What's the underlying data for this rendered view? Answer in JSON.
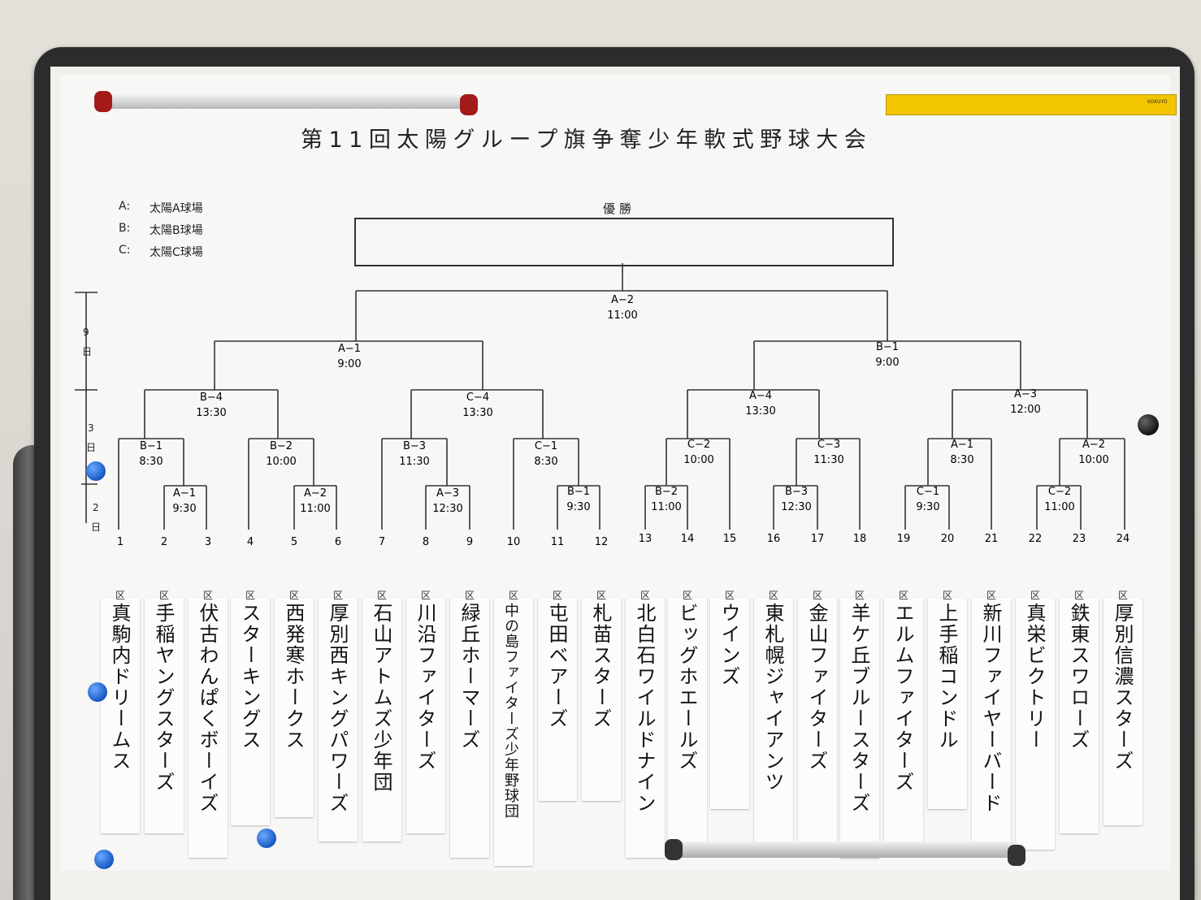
{
  "title": "第11回太陽グループ旗争奪少年軟式野球大会",
  "legend": [
    {
      "code": "A:",
      "name": "太陽A球場"
    },
    {
      "code": "B:",
      "name": "太陽B球場"
    },
    {
      "code": "C:",
      "name": "太陽C球場"
    }
  ],
  "champion_label": "優勝",
  "dates": [
    "9",
    "日",
    "3",
    "日",
    "2",
    "日"
  ],
  "matches": {
    "final": {
      "code": "A−2",
      "time": "11:00"
    },
    "semi_left": {
      "code": "A−1",
      "time": "9:00"
    },
    "semi_right": {
      "code": "B−1",
      "time": "9:00"
    },
    "q1": {
      "code": "B−4",
      "time": "13:30"
    },
    "q2": {
      "code": "C−4",
      "time": "13:30"
    },
    "q3": {
      "code": "A−4",
      "time": "13:30"
    },
    "q4": {
      "code": "A−3",
      "time": "12:00"
    },
    "r1": {
      "code": "B−1",
      "time": "8:30"
    },
    "r2": {
      "code": "B−2",
      "time": "10:00"
    },
    "r3": {
      "code": "B−3",
      "time": "11:30"
    },
    "r4": {
      "code": "C−1",
      "time": "8:30"
    },
    "r5": {
      "code": "C−2",
      "time": "10:00"
    },
    "r6": {
      "code": "C−3",
      "time": "11:30"
    },
    "r7": {
      "code": "A−1",
      "time": "8:30"
    },
    "r8": {
      "code": "A−2",
      "time": "10:00"
    },
    "p1": {
      "code": "A−1",
      "time": "9:30"
    },
    "p2": {
      "code": "A−2",
      "time": "11:00"
    },
    "p3": {
      "code": "A−3",
      "time": "12:30"
    },
    "p4": {
      "code": "B−1",
      "time": "9:30"
    },
    "p5": {
      "code": "B−2",
      "time": "11:00"
    },
    "p6": {
      "code": "B−3",
      "time": "12:30"
    },
    "p7": {
      "code": "C−1",
      "time": "9:30"
    },
    "p8": {
      "code": "C−2",
      "time": "11:00"
    }
  },
  "ku_label": "区",
  "teams": [
    {
      "no": "1",
      "name": "真駒内ドリームス"
    },
    {
      "no": "2",
      "name": "手稲ヤングスターズ"
    },
    {
      "no": "3",
      "name": "伏古わんぱくボーイズ"
    },
    {
      "no": "4",
      "name": "スターキングス"
    },
    {
      "no": "5",
      "name": "西発寒ホークス"
    },
    {
      "no": "6",
      "name": "厚別西キングパワーズ"
    },
    {
      "no": "7",
      "name": "石山アトムズ少年団"
    },
    {
      "no": "8",
      "name": "川沿ファイターズ"
    },
    {
      "no": "9",
      "name": "緑丘ホーマーズ"
    },
    {
      "no": "10",
      "name": "中の島ファイターズ少年野球団"
    },
    {
      "no": "11",
      "name": "屯田ベアーズ"
    },
    {
      "no": "12",
      "name": "札苗スターズ"
    },
    {
      "no": "13",
      "name": "北白石ワイルドナイン"
    },
    {
      "no": "14",
      "name": "ビッグホエールズ"
    },
    {
      "no": "15",
      "name": "ウインズ"
    },
    {
      "no": "16",
      "name": "東札幌ジャイアンツ"
    },
    {
      "no": "17",
      "name": "金山ファイターズ"
    },
    {
      "no": "18",
      "name": "羊ケ丘ブルースターズ"
    },
    {
      "no": "19",
      "name": "エルムファイターズ"
    },
    {
      "no": "20",
      "name": "上手稲コンドル"
    },
    {
      "no": "21",
      "name": "新川ファイヤーバード"
    },
    {
      "no": "22",
      "name": "真栄ビクトリー"
    },
    {
      "no": "23",
      "name": "鉄東スワローズ"
    },
    {
      "no": "24",
      "name": "厚別信濃スターズ"
    }
  ],
  "ruler_text": "KOKUYO"
}
